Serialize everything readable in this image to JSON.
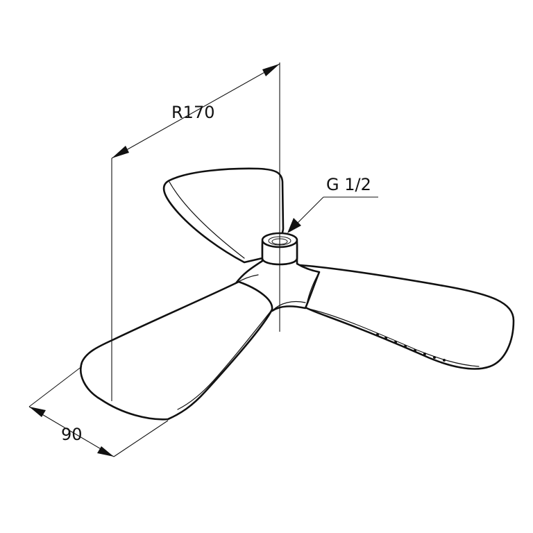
{
  "dimensions": {
    "radius_label": "R170",
    "width_label": "90",
    "thread_label": "G 1/2"
  }
}
